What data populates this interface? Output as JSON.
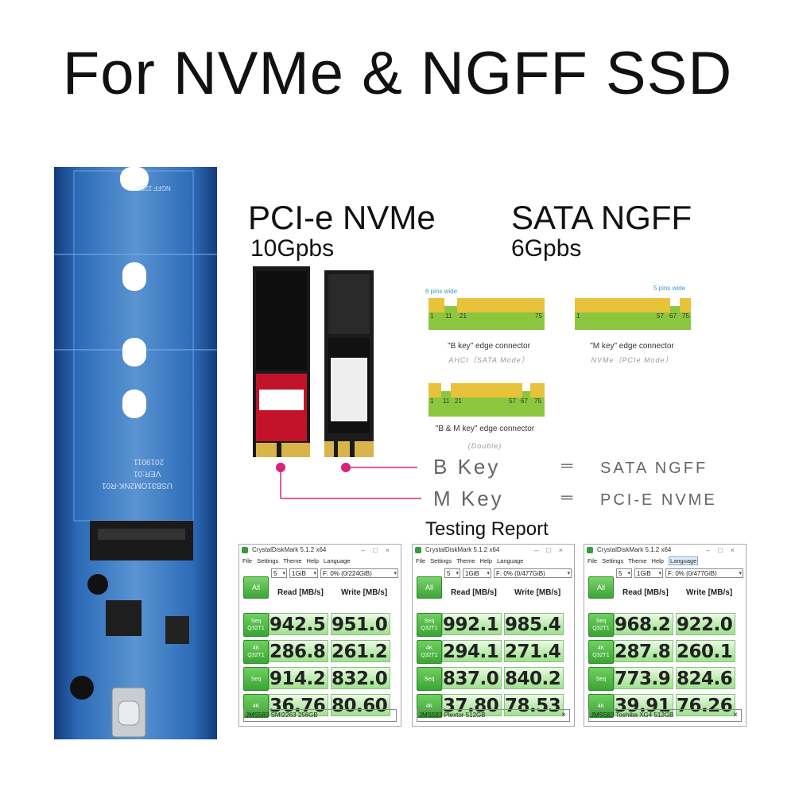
{
  "title": "For NVMe & NGFF SSD",
  "board": {
    "label_ngff": "NGFF 2280",
    "label_model": "USB31OM2NK-R01",
    "label_ver": "VER:01",
    "label_date": "2019011"
  },
  "products": [
    {
      "name": "PCI-e NVMe",
      "speed": "10Gpbs"
    },
    {
      "name": "SATA NGFF",
      "speed": "6Gpbs"
    }
  ],
  "connectors": {
    "b_key": {
      "pins_note": "6 pins wide",
      "caption": "\"B key\" edge connector",
      "mode": "AHCI（SATA Mode）",
      "pins": [
        "1",
        "11",
        "21",
        "75"
      ]
    },
    "m_key": {
      "pins_note": "5 pins wide",
      "caption": "\"M key\" edge connector",
      "mode": "NVMe（PCIe Mode）",
      "pins": [
        "1",
        "57",
        "67",
        "75"
      ]
    },
    "bm_key": {
      "caption": "\"B & M key\" edge connector",
      "mode": "(Double)",
      "pins": [
        "1",
        "11",
        "21",
        "57",
        "67",
        "75"
      ]
    }
  },
  "key_map": [
    {
      "key": "B Key",
      "eq": "═",
      "type": "SATA NGFF"
    },
    {
      "key": "M Key",
      "eq": "═",
      "type": "PCI-E NVME"
    }
  ],
  "report_title": "Testing Report",
  "crystal": {
    "title": "CrystalDiskMark 5.1.2 x64",
    "menu": [
      "File",
      "Settings",
      "Theme",
      "Help",
      "Language"
    ],
    "all_label": "All",
    "read_header": "Read [MB/s]",
    "write_header": "Write [MB/s]",
    "row_labels": [
      [
        "Seq",
        "Q32T1"
      ],
      [
        "4K",
        "Q32T1"
      ],
      [
        "Seq",
        ""
      ],
      [
        "4K",
        ""
      ]
    ],
    "windows": [
      {
        "count": "5",
        "size": "1GiB",
        "drive": "F: 0% (0/224GiB)",
        "read": [
          "942.5",
          "286.8",
          "914.2",
          "36.76"
        ],
        "write": [
          "951.0",
          "261.2",
          "832.0",
          "80.60"
        ],
        "comment": "JMS583 SMI2263 256GB"
      },
      {
        "count": "5",
        "size": "1GiB",
        "drive": "F: 0% (0/477GiB)",
        "read": [
          "992.1",
          "294.1",
          "837.0",
          "37.80"
        ],
        "write": [
          "985.4",
          "271.4",
          "840.2",
          "78.53"
        ],
        "comment": "JMS583 Plextor 512GB"
      },
      {
        "count": "5",
        "size": "1GiB",
        "drive": "F: 0% (0/477GiB)",
        "read": [
          "968.2",
          "287.8",
          "773.9",
          "39.91"
        ],
        "write": [
          "922.0",
          "260.1",
          "824.6",
          "76.26"
        ],
        "comment": "JMS583 Toshiba XG4 512GB"
      }
    ]
  },
  "colors": {
    "board_blue": "#1d4f9a",
    "connector_green": "#8cc63f",
    "connector_gold": "#e8c23a",
    "pink_line": "#d6257a",
    "cdm_green": "#4cb944"
  }
}
